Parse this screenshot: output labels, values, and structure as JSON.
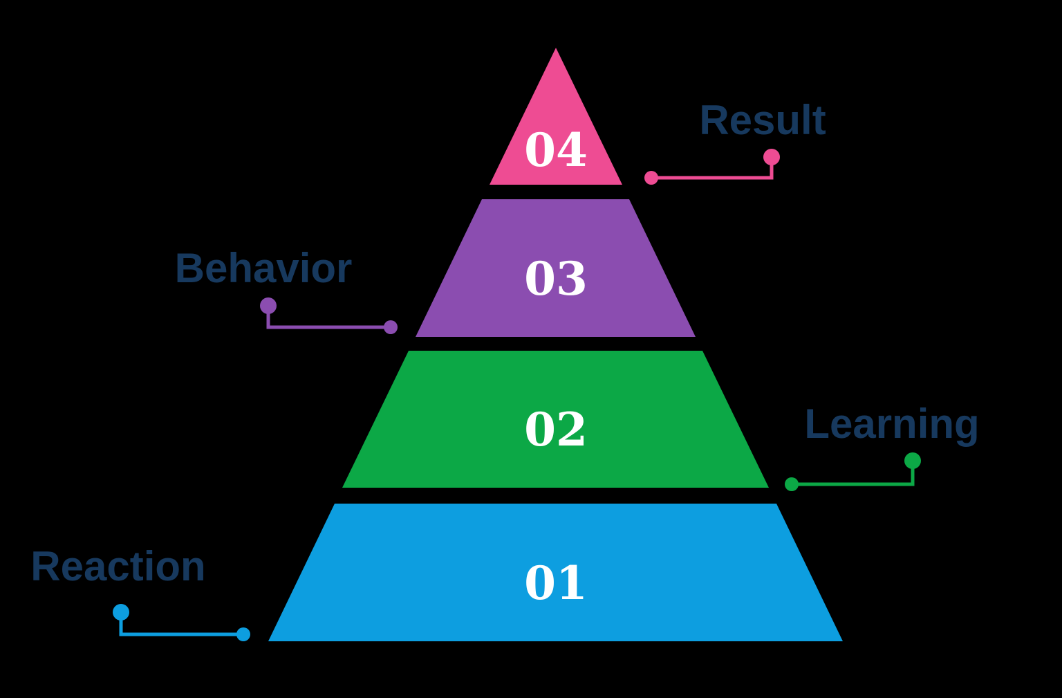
{
  "diagram": {
    "background_color": "#000000",
    "label_text_color": "#17395E",
    "number_text_color": "#FFFFFF",
    "levels": [
      {
        "number": "04",
        "label": "Result",
        "color": "#EE4C93",
        "label_side": "right"
      },
      {
        "number": "03",
        "label": "Behavior",
        "color": "#8B4DB0",
        "label_side": "left"
      },
      {
        "number": "02",
        "label": "Learning",
        "color": "#0CA846",
        "label_side": "right"
      },
      {
        "number": "01",
        "label": "Reaction",
        "color": "#0D9EE0",
        "label_side": "left"
      }
    ]
  }
}
